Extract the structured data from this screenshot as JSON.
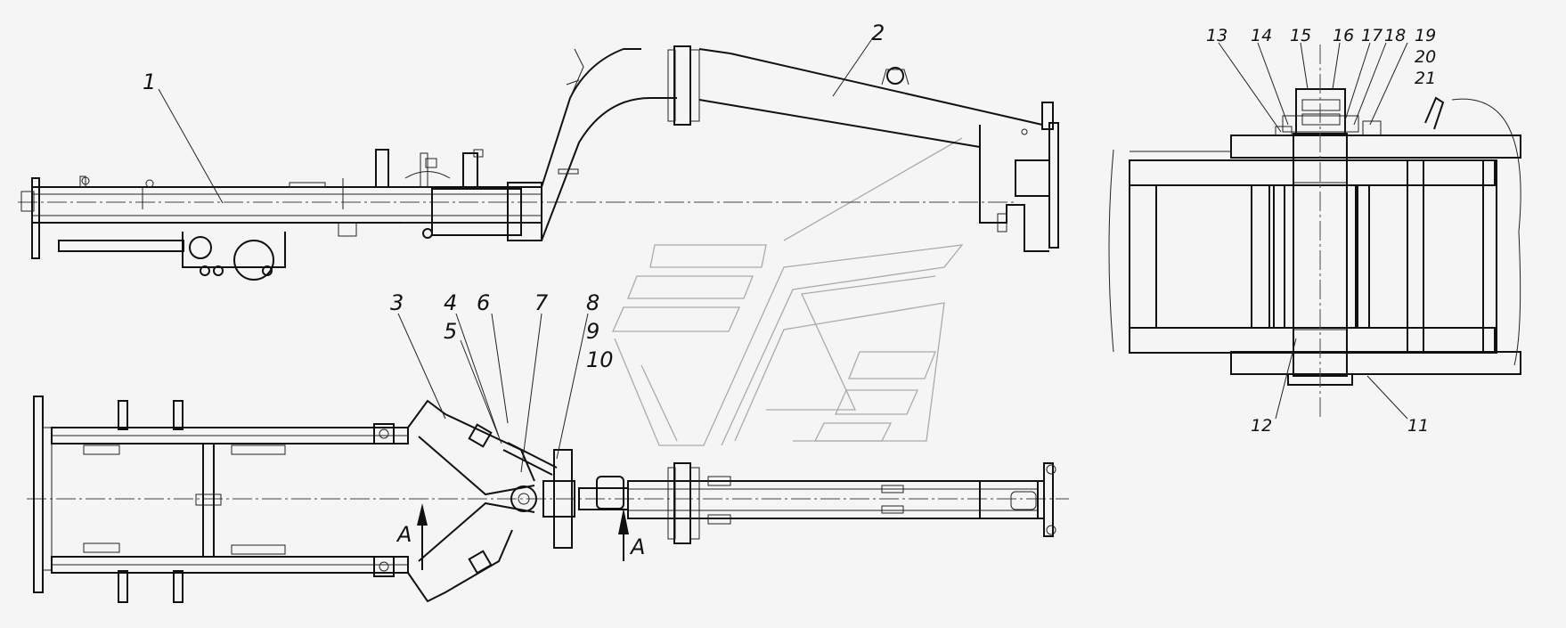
{
  "colors": {
    "background": "#f5f5f5",
    "line": "#111111",
    "watermark": "#aaaaaa"
  },
  "callouts": {
    "c1": "1",
    "c2": "2",
    "c3": "3",
    "c4": "4",
    "c5": "5",
    "c6": "6",
    "c7": "7",
    "c8": "8",
    "c9": "9",
    "c10": "10",
    "c11": "11",
    "c12": "12",
    "c13": "13",
    "c14": "14",
    "c15": "15",
    "c16": "16",
    "c17": "17",
    "c18": "18",
    "c19": "19",
    "c20": "20",
    "c21": "21"
  },
  "section_marks": {
    "left": "A",
    "right": "A"
  }
}
